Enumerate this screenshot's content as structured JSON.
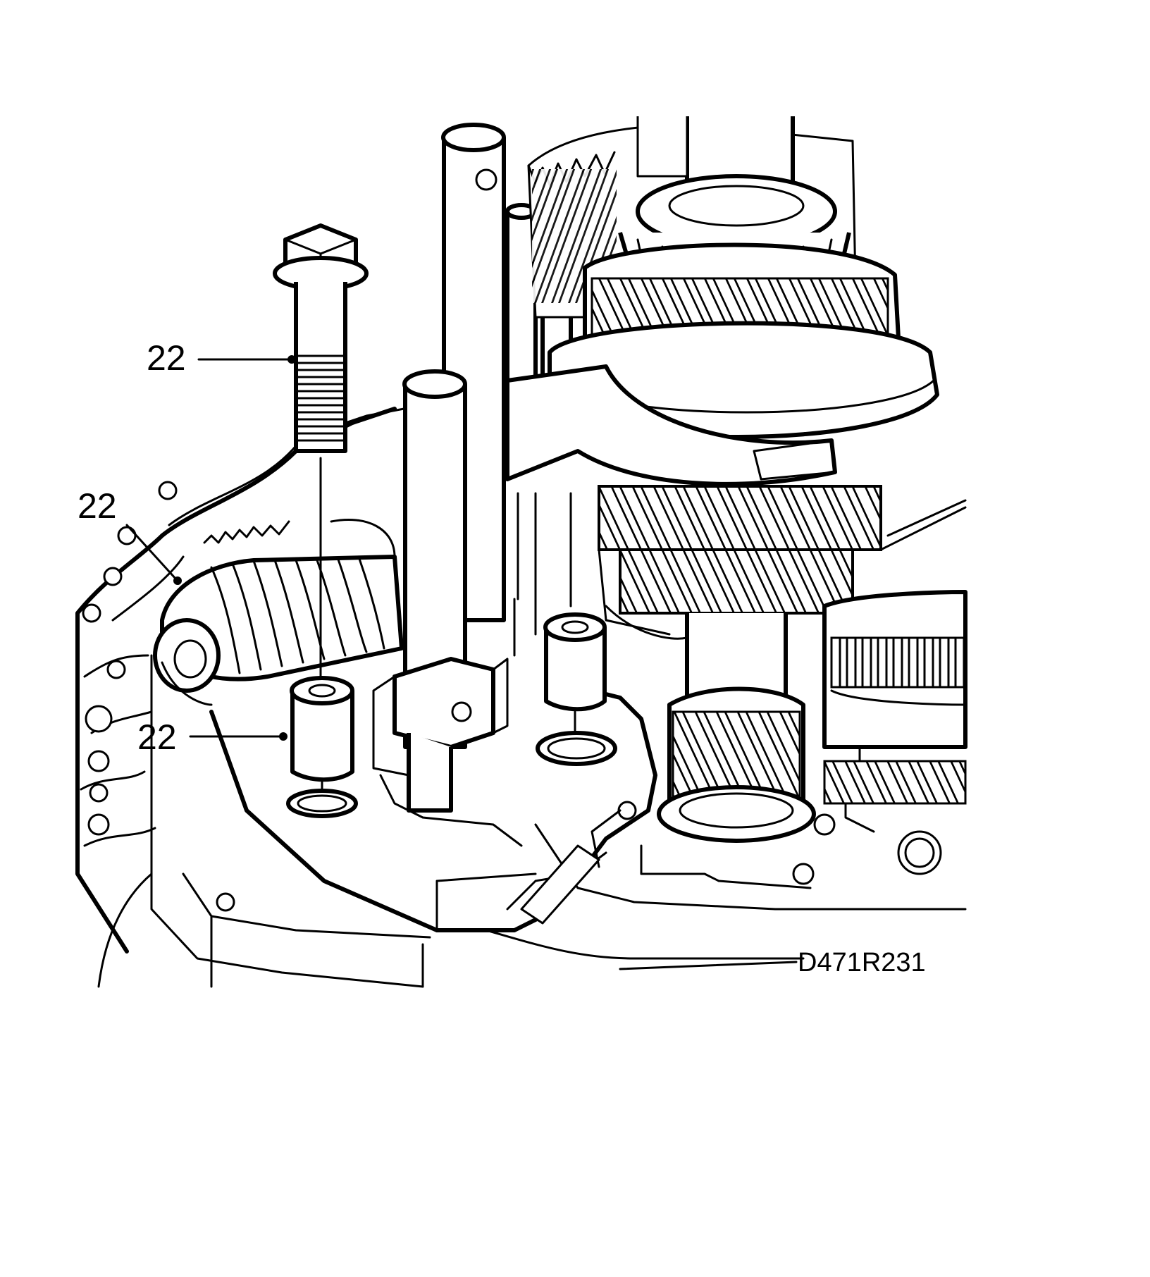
{
  "callouts": [
    {
      "label": "22",
      "part": "bolt"
    },
    {
      "label": "22",
      "part": "housing"
    },
    {
      "label": "22",
      "part": "sleeve"
    }
  ],
  "figure_code": "D471R231",
  "colors": {
    "line": "#000000",
    "background": "#ffffff"
  }
}
